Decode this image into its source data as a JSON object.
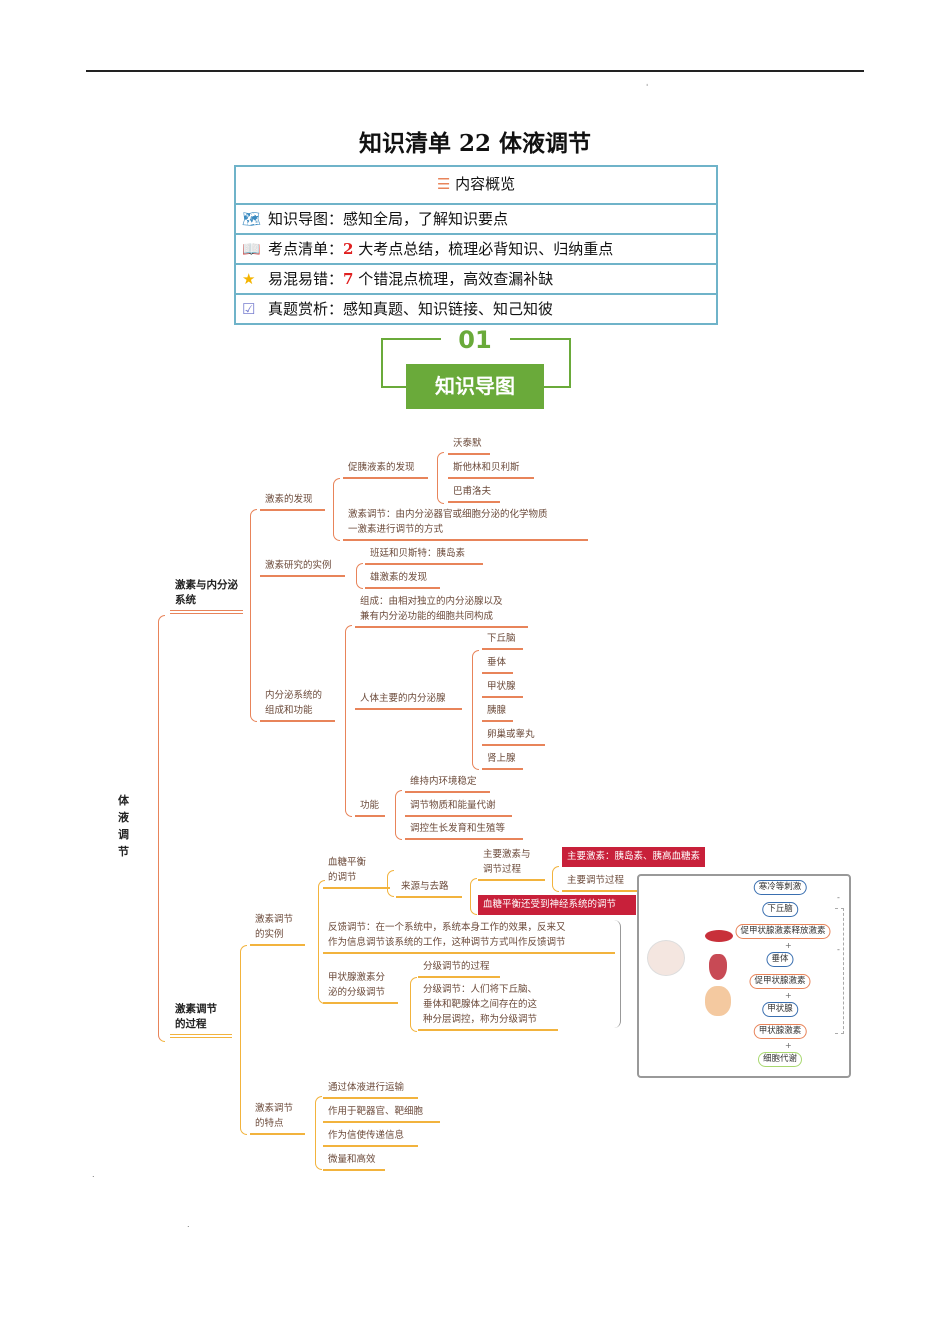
{
  "header": {
    "title": "知识清单 22 体液调节"
  },
  "overview": {
    "heading": "内容概览",
    "rows": [
      {
        "icon": "map-icon",
        "label": "知识导图：",
        "num": "",
        "text": "感知全局，了解知识要点"
      },
      {
        "icon": "book-icon",
        "label": "考点清单：",
        "num": "2",
        "text": "大考点总结，梳理必背知识、归纳重点"
      },
      {
        "icon": "star-icon",
        "label": "易混易错：",
        "num": "7",
        "text": "个错混点梳理，高效查漏补缺"
      },
      {
        "icon": "checklist-icon",
        "label": "真题赏析：",
        "num": "",
        "text": "感知真题、知识链接、知己知彼"
      }
    ]
  },
  "section": {
    "number": "01",
    "title": "知识导图"
  },
  "mindmap": {
    "root": "体液调节",
    "b1": {
      "label": "激素与内分泌系统",
      "discovery": {
        "label": "激素的发现",
        "secretin": "促胰液素的发现",
        "people": [
          "沃泰默",
          "斯他林和贝利斯",
          "巴甫洛夫"
        ],
        "definition": "激素调节：由内分泌器官或细胞分泌的化学物质",
        "definition2": "一激素进行调节的方式"
      },
      "examples": {
        "label": "激素研究的实例",
        "items": [
          "班廷和贝斯特：胰岛素",
          "雄激素的发现"
        ]
      },
      "system": {
        "label1": "内分泌系统的",
        "label2": "组成和功能",
        "comp1": "组成：由相对独立的内分泌腺以及",
        "comp2": "兼有内分泌功能的细胞共同构成",
        "glands_label": "人体主要的内分泌腺",
        "glands": [
          "下丘脑",
          "垂体",
          "甲状腺",
          "胰腺",
          "卵巢或睾丸",
          "肾上腺"
        ],
        "func_label": "功能",
        "funcs": [
          "维持内环境稳定",
          "调节物质和能量代谢",
          "调控生长发育和生殖等"
        ]
      }
    },
    "b2": {
      "label1": "激素调节",
      "label2": "的过程",
      "inst": {
        "label1": "激素调节",
        "label2": "的实例",
        "glucose1": "血糖平衡",
        "glucose2": "的调节",
        "source": "来源与去路",
        "hormones1": "主要激素与",
        "hormones2": "调节过程",
        "main_hormones": "主要激素：胰岛素、胰高血糖素",
        "main_process": "主要调节过程",
        "nerve": "血糖平衡还受到神经系统的调节",
        "feedback1": "反馈调节：在一个系统中，系统本身工作的效果，反来又",
        "feedback2": "作为信息调节该系统的工作，这种调节方式叫作反馈调节",
        "thyroid1": "甲状腺激素分",
        "thyroid2": "泌的分级调节",
        "grad_process": "分级调节的过程",
        "grad1": "分级调节：人们将下丘脑、",
        "grad2": "垂体和靶腺体之间存在的这",
        "grad3": "种分层调控，称为分级调节"
      },
      "feat": {
        "label1": "激素调节",
        "label2": "的特点",
        "items": [
          "通过体液进行运输",
          "作用于靶器官、靶细胞",
          "作为信使传递信息",
          "微量和高效"
        ]
      },
      "diagram": {
        "nodes": [
          "寒冷等刺激",
          "下丘脑",
          "促甲状腺激素释放激素",
          "垂体",
          "促甲状腺激素",
          "甲状腺",
          "甲状腺激素",
          "细胞代谢"
        ],
        "plus": "+",
        "minus": "-"
      }
    }
  },
  "colors": {
    "orange": "#e8845a",
    "gold": "#f2b33d",
    "green": "#6aaa3a",
    "red": "#c8203a",
    "table": "#6fb3c9"
  }
}
